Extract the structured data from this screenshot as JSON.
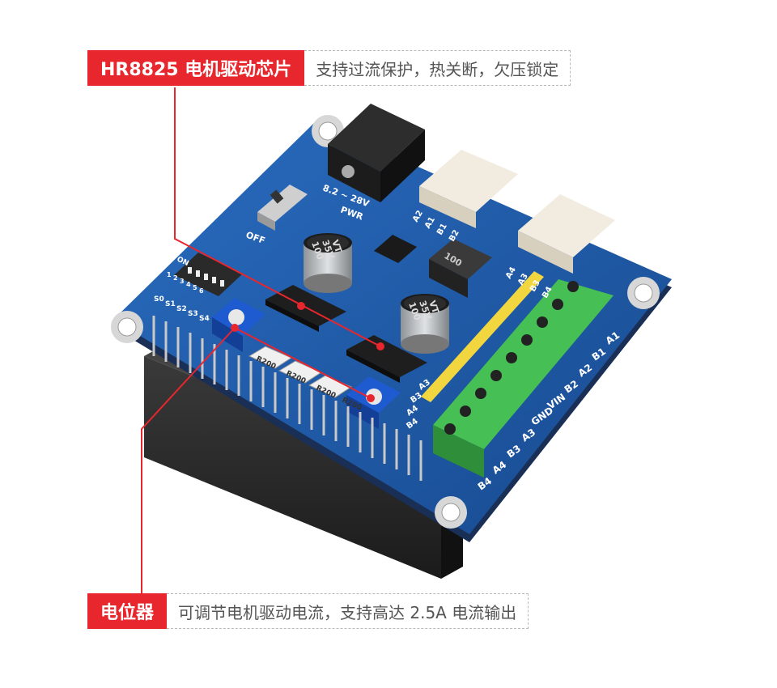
{
  "callouts": {
    "driver": {
      "title": "HR8825 电机驱动芯片",
      "desc": "支持过流保护，热关断，欠压锁定"
    },
    "pot": {
      "title": "电位器",
      "desc": "可调节电机驱动电流，支持高达 2.5A 电流输出"
    }
  },
  "board_labels": {
    "voltage": "8.2 ~ 28V",
    "pwr": "PWR",
    "off": "OFF",
    "on": "ON",
    "cap_value": "100",
    "cap_rating": "35V",
    "cap_mark": "VT",
    "inductor": "100",
    "resistor": "R200",
    "dip_labels": [
      "S0",
      "S1",
      "S2",
      "S3",
      "S4"
    ],
    "dip_numbers": [
      "1",
      "2",
      "3",
      "4",
      "5",
      "6"
    ],
    "conn_left_labels": [
      "A2",
      "A1",
      "B1",
      "B2"
    ],
    "conn_right_labels": [
      "A4",
      "A3",
      "B3",
      "B4"
    ],
    "terminal_labels": [
      "A1",
      "B1",
      "A2",
      "B2",
      "VIN",
      "GND",
      "A3",
      "B3",
      "A4",
      "B4"
    ],
    "side_pin_labels": [
      "A3",
      "B3",
      "A4",
      "B4"
    ]
  },
  "colors": {
    "accent": "#e8262d",
    "pcb": "#1f5aa6",
    "terminal": "#3cb54a",
    "header": "#2b2b2b"
  }
}
